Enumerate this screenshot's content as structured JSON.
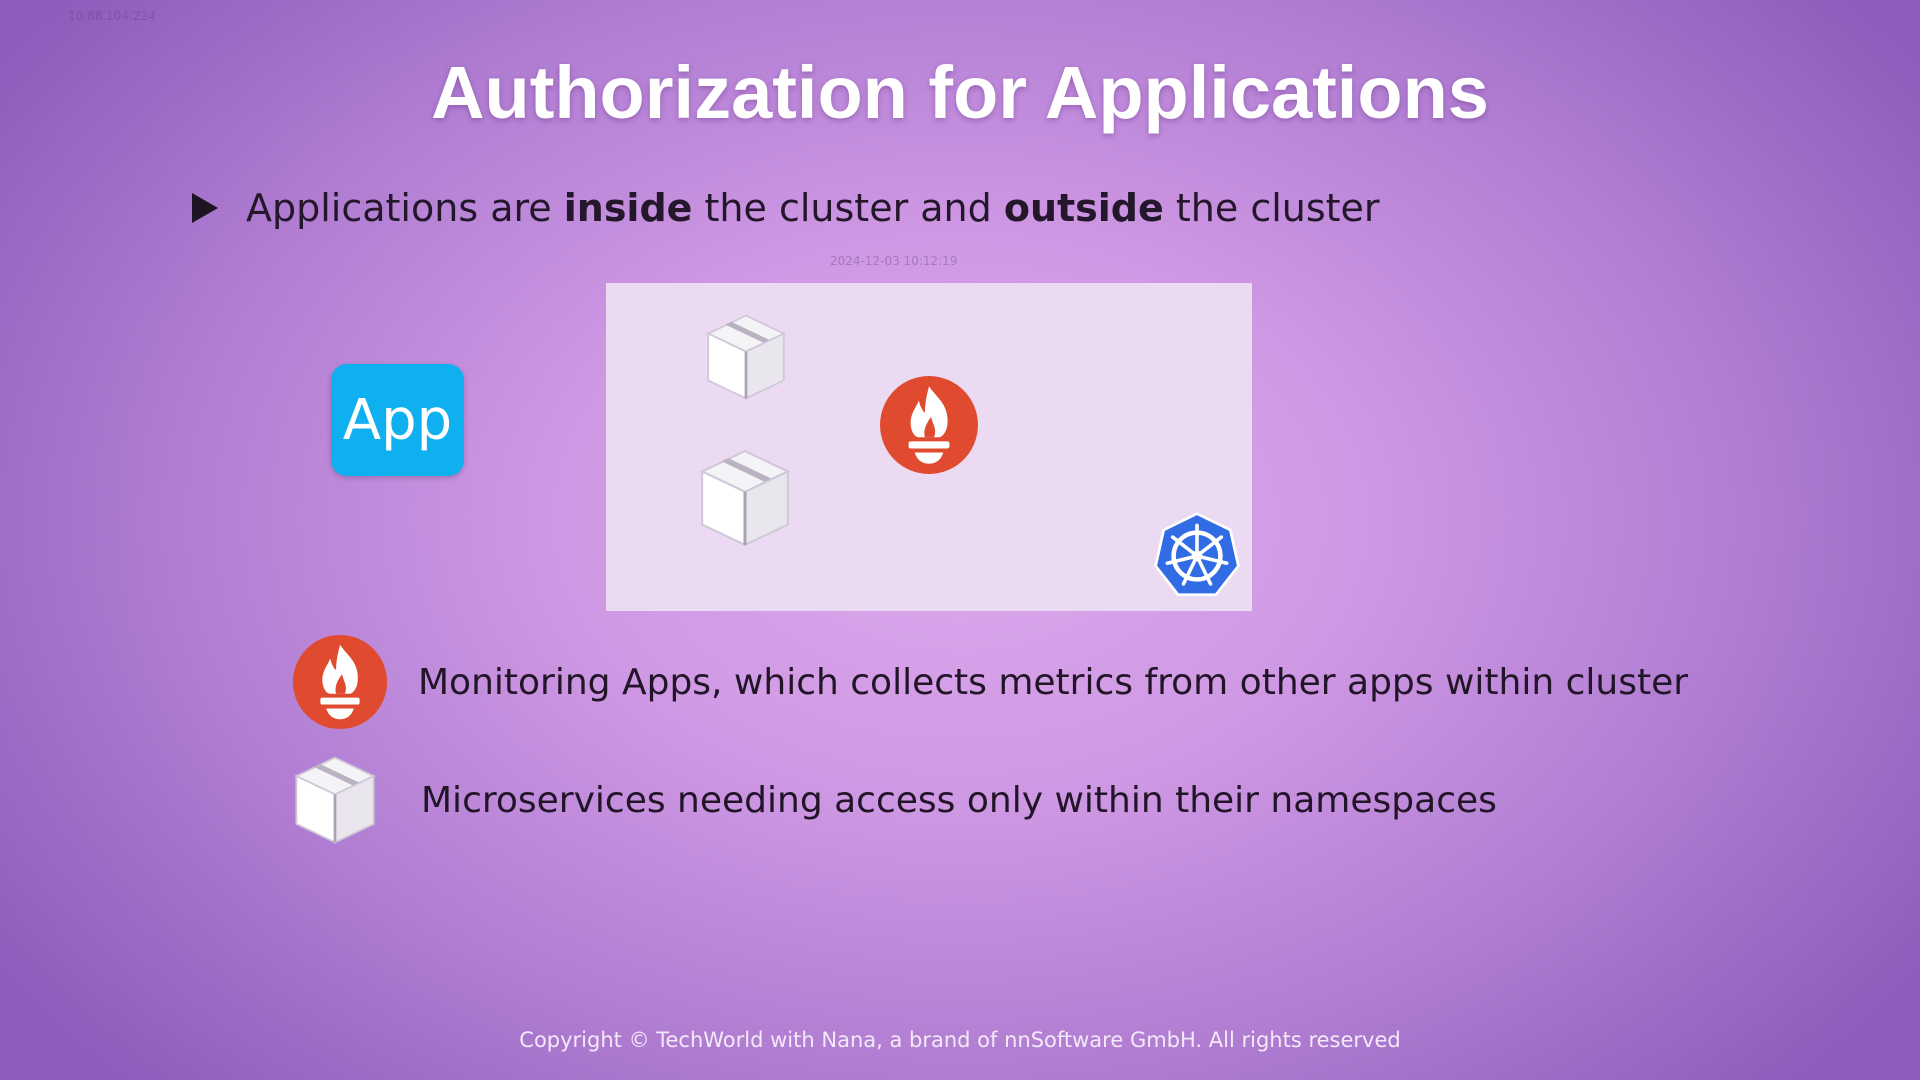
{
  "slide": {
    "title": "Authorization for Applications",
    "bullet": {
      "part1": "Applications are ",
      "bold1": "inside",
      "part2": " the cluster and ",
      "bold2": "outside",
      "part3": " the cluster"
    },
    "watermark_top": "10.88.104.224",
    "watermark_mid": "2024-12-03 10:12:19",
    "app_label": "App",
    "legend": [
      {
        "icon": "prometheus-icon",
        "text": "Monitoring Apps, which collects metrics from other apps within cluster"
      },
      {
        "icon": "package-box-icon",
        "text": "Microservices needing access only within their namespaces"
      }
    ],
    "copyright": "Copyright © TechWorld with Nana, a brand of nnSoftware GmbH. All rights reserved"
  },
  "colors": {
    "app_blue": "#0fb0f0",
    "prometheus_red": "#e04a2e",
    "kubernetes_blue": "#326ce5",
    "cluster_bg": "#ecd9f2"
  }
}
